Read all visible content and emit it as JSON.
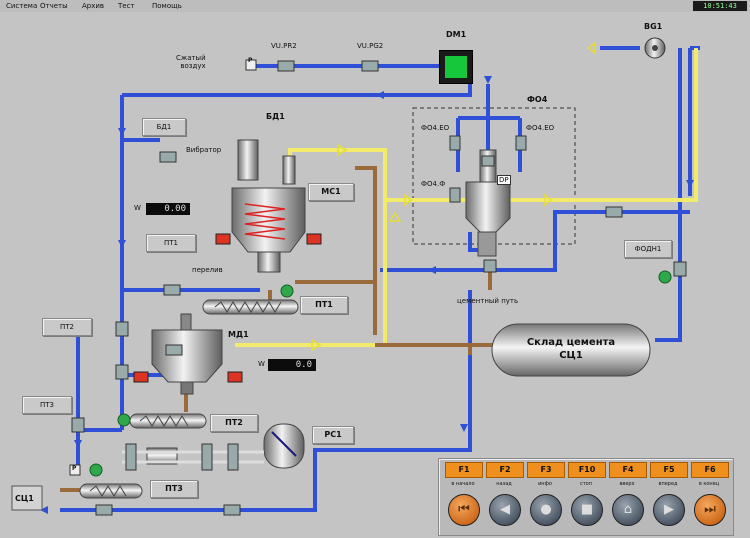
{
  "menu": [
    "Система",
    "Отчеты",
    "Архив",
    "Тест",
    "Помощь"
  ],
  "clock": "10:51:43",
  "labels": {
    "compressed_air_1": "Сжатый",
    "compressed_air_2": "воздух",
    "valve_1": "VU.PR2",
    "valve_2": "VU.PG2",
    "dm1": "DM1",
    "bg1": "BG1",
    "fo4": "ФО4",
    "bd1": "БД1",
    "fo4_v1": "ФО4.ЕО",
    "fo4_v2": "ФО4.ЕО",
    "fo4_v3": "ФО4.Ф",
    "dp": "DP",
    "vibrator": "Вибратор",
    "overflow": "перелив",
    "cement_pipe": "цементный путь",
    "w": "W",
    "p": "P"
  },
  "readouts": {
    "mc1_weight": "0.00",
    "md1_weight": "0.0"
  },
  "tags": {
    "bd_box": "БД1",
    "mc1": "МС1",
    "pt_1": "ПТ1",
    "pt1": "ПТ1",
    "pt_2": "ПТ2",
    "md1": "МД1",
    "pt_3": "ПТ3",
    "pt2": "ПТ2",
    "rc1": "РС1",
    "pt3": "ПТ3",
    "fc_dn1": "ФОДН1",
    "sc1": "СЦ1"
  },
  "silo": {
    "name": "Склад цемента",
    "code": "СЦ1"
  },
  "fkeys": [
    {
      "key": "F1",
      "caption": "в начало"
    },
    {
      "key": "F2",
      "caption": "назад"
    },
    {
      "key": "F3",
      "caption": "инфо"
    },
    {
      "key": "F10",
      "caption": "стоп"
    },
    {
      "key": "F4",
      "caption": "вверх"
    },
    {
      "key": "F5",
      "caption": "вперед"
    },
    {
      "key": "F6",
      "caption": "в конец"
    }
  ]
}
